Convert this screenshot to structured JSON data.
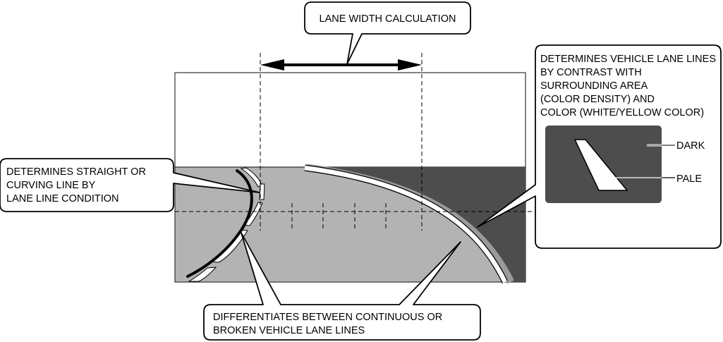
{
  "callouts": {
    "lane_width": {
      "text": "LANE WIDTH CALCULATION"
    },
    "straight_curve": {
      "lines": [
        "DETERMINES STRAIGHT OR",
        "CURVING LINE BY",
        "LANE LINE CONDITION"
      ]
    },
    "contrast": {
      "lines": [
        "DETERMINES VEHICLE LANE LINES",
        "BY CONTRAST WITH",
        "SURROUNDING AREA",
        "(COLOR DENSITY) AND",
        "COLOR (WHITE/YELLOW COLOR)"
      ],
      "dark_label": "DARK",
      "pale_label": "PALE"
    },
    "continuous_broken": {
      "lines": [
        "DIFFERENTIATES BETWEEN CONTINUOUS OR",
        "BROKEN VEHICLE LANE LINES"
      ]
    }
  },
  "colors": {
    "road": "#b3b3b3",
    "dark_area": "#4d4d4d",
    "sky": "#ffffff",
    "line": "#000000",
    "lane_marking": "#ffffff"
  }
}
